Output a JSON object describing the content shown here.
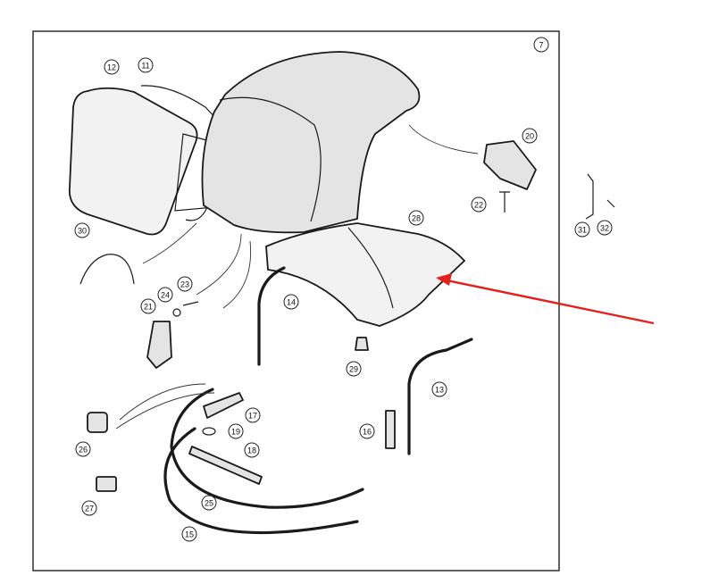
{
  "diagram": {
    "sheet_number": "7",
    "callouts": [
      "11",
      "12",
      "13",
      "14",
      "15",
      "16",
      "17",
      "18",
      "19",
      "20",
      "21",
      "22",
      "23",
      "24",
      "25",
      "26",
      "27",
      "28",
      "29",
      "30",
      "31",
      "32"
    ],
    "colors": {
      "highlight_arrow": "#e3201b",
      "line": "#1a1a1a",
      "part_fill": "#e4e4e4"
    }
  }
}
